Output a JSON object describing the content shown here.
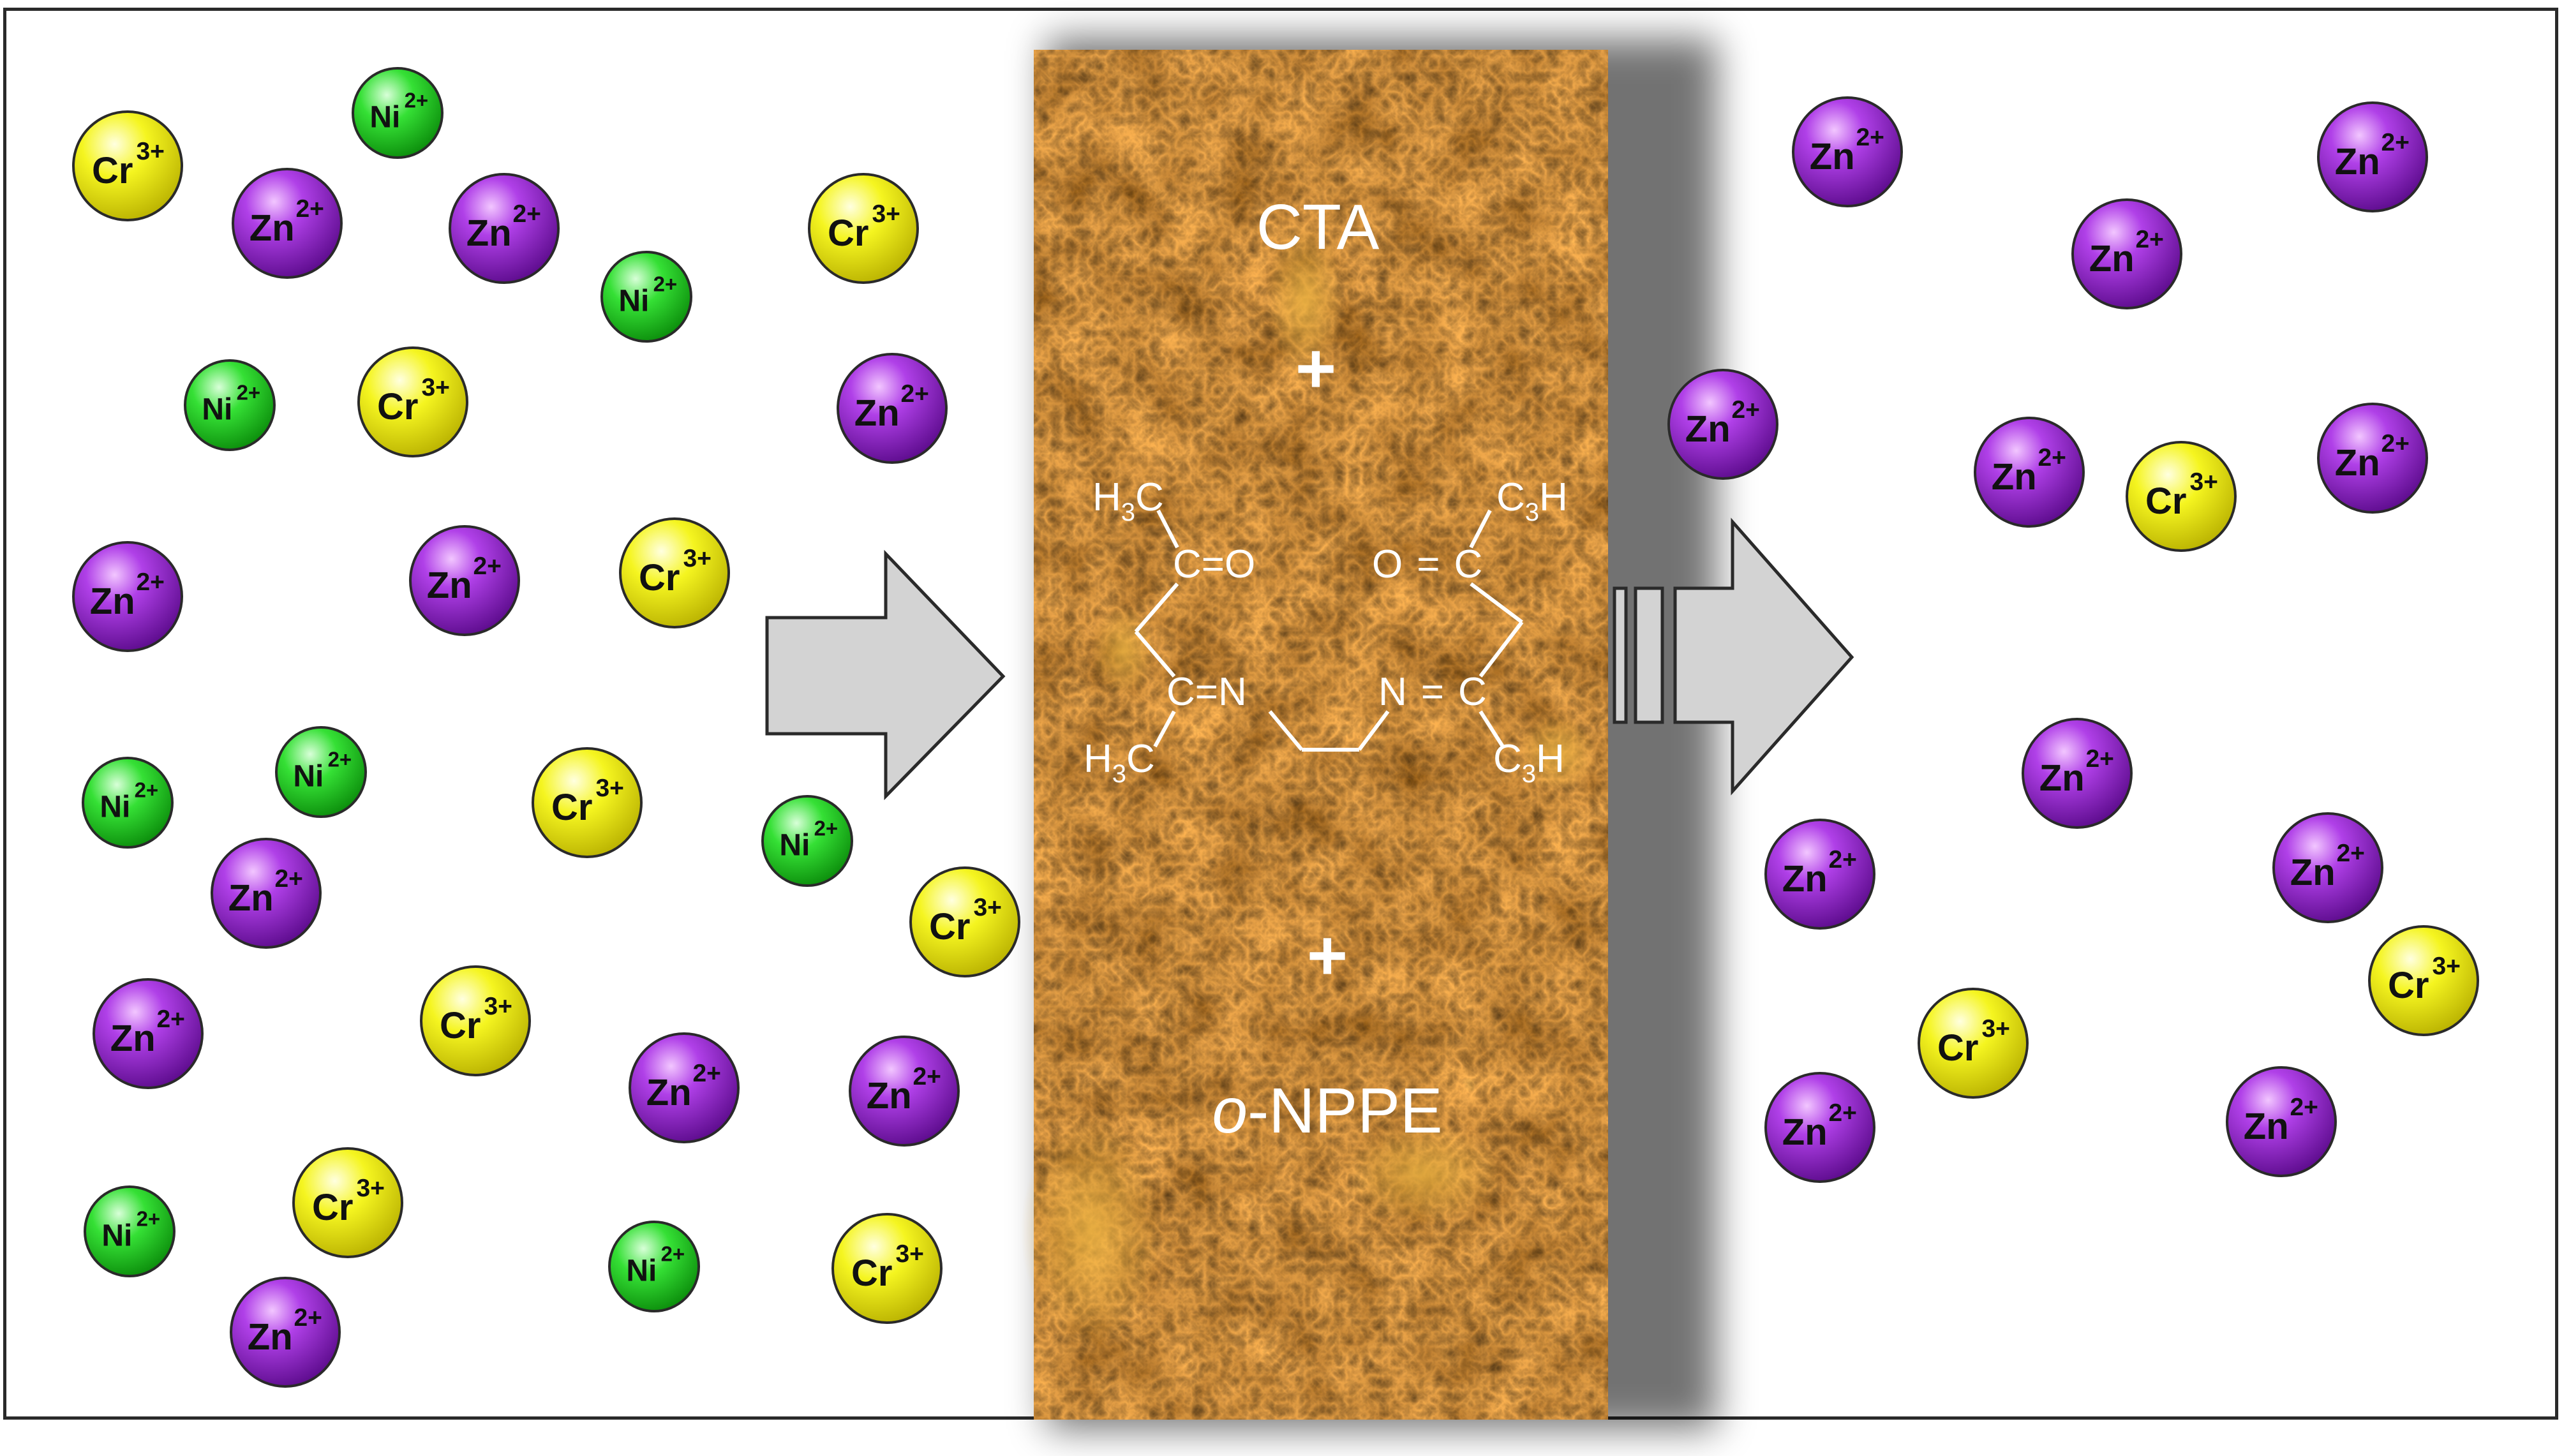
{
  "ions_left": [
    {
      "symbol": "Cr",
      "charge": "3+"
    },
    {
      "symbol": "Ni",
      "charge": "2+"
    },
    {
      "symbol": "Zn",
      "charge": "2+"
    },
    {
      "symbol": "Zn",
      "charge": "2+"
    },
    {
      "symbol": "Cr",
      "charge": "3+"
    },
    {
      "symbol": "Ni",
      "charge": "2+"
    },
    {
      "symbol": "Ni",
      "charge": "2+"
    },
    {
      "symbol": "Cr",
      "charge": "3+"
    },
    {
      "symbol": "Zn",
      "charge": "2+"
    },
    {
      "symbol": "Zn",
      "charge": "2+"
    },
    {
      "symbol": "Zn",
      "charge": "2+"
    },
    {
      "symbol": "Cr",
      "charge": "3+"
    },
    {
      "symbol": "Ni",
      "charge": "2+"
    },
    {
      "symbol": "Ni",
      "charge": "2+"
    },
    {
      "symbol": "Cr",
      "charge": "3+"
    },
    {
      "symbol": "Ni",
      "charge": "2+"
    },
    {
      "symbol": "Zn",
      "charge": "2+"
    },
    {
      "symbol": "Cr",
      "charge": "3+"
    },
    {
      "symbol": "Zn",
      "charge": "2+"
    },
    {
      "symbol": "Cr",
      "charge": "3+"
    },
    {
      "symbol": "Zn",
      "charge": "2+"
    },
    {
      "symbol": "Zn",
      "charge": "2+"
    },
    {
      "symbol": "Ni",
      "charge": "2+"
    },
    {
      "symbol": "Cr",
      "charge": "3+"
    },
    {
      "symbol": "Ni",
      "charge": "2+"
    },
    {
      "symbol": "Cr",
      "charge": "3+"
    },
    {
      "symbol": "Zn",
      "charge": "2+"
    }
  ],
  "ions_right": [
    {
      "symbol": "Zn",
      "charge": "2+"
    },
    {
      "symbol": "Zn",
      "charge": "2+"
    },
    {
      "symbol": "Zn",
      "charge": "2+"
    },
    {
      "symbol": "Zn",
      "charge": "2+"
    },
    {
      "symbol": "Zn",
      "charge": "2+"
    },
    {
      "symbol": "Cr",
      "charge": "3+"
    },
    {
      "symbol": "Zn",
      "charge": "2+"
    },
    {
      "symbol": "Zn",
      "charge": "2+"
    },
    {
      "symbol": "Zn",
      "charge": "2+"
    },
    {
      "symbol": "Zn",
      "charge": "2+"
    },
    {
      "symbol": "Cr",
      "charge": "3+"
    },
    {
      "symbol": "Cr",
      "charge": "3+"
    },
    {
      "symbol": "Zn",
      "charge": "2+"
    },
    {
      "symbol": "Zn",
      "charge": "2+"
    }
  ],
  "membrane": {
    "top_label": "CTA",
    "plus": "+",
    "bottom_label_italic": "o",
    "bottom_label_rest": "-NPPE"
  },
  "molecule": {
    "h3c": "H",
    "c3h_c": "C",
    "c3h_h": "H",
    "sub3": "3",
    "c_eq_o": "C=O",
    "o_eq_c_o": "O",
    "o_eq_c_c": "C",
    "c_eq_n": "C=N",
    "n_eq_c_n": "N",
    "n_eq_c_c": "C",
    "dbl": "="
  },
  "colors": {
    "zn": "#a020d8",
    "cr": "#f2f200",
    "ni": "#22dd22",
    "membrane": "#8a3d12",
    "arrow_fill": "#d3d3d3",
    "arrow_stroke": "#2a2a2a"
  }
}
